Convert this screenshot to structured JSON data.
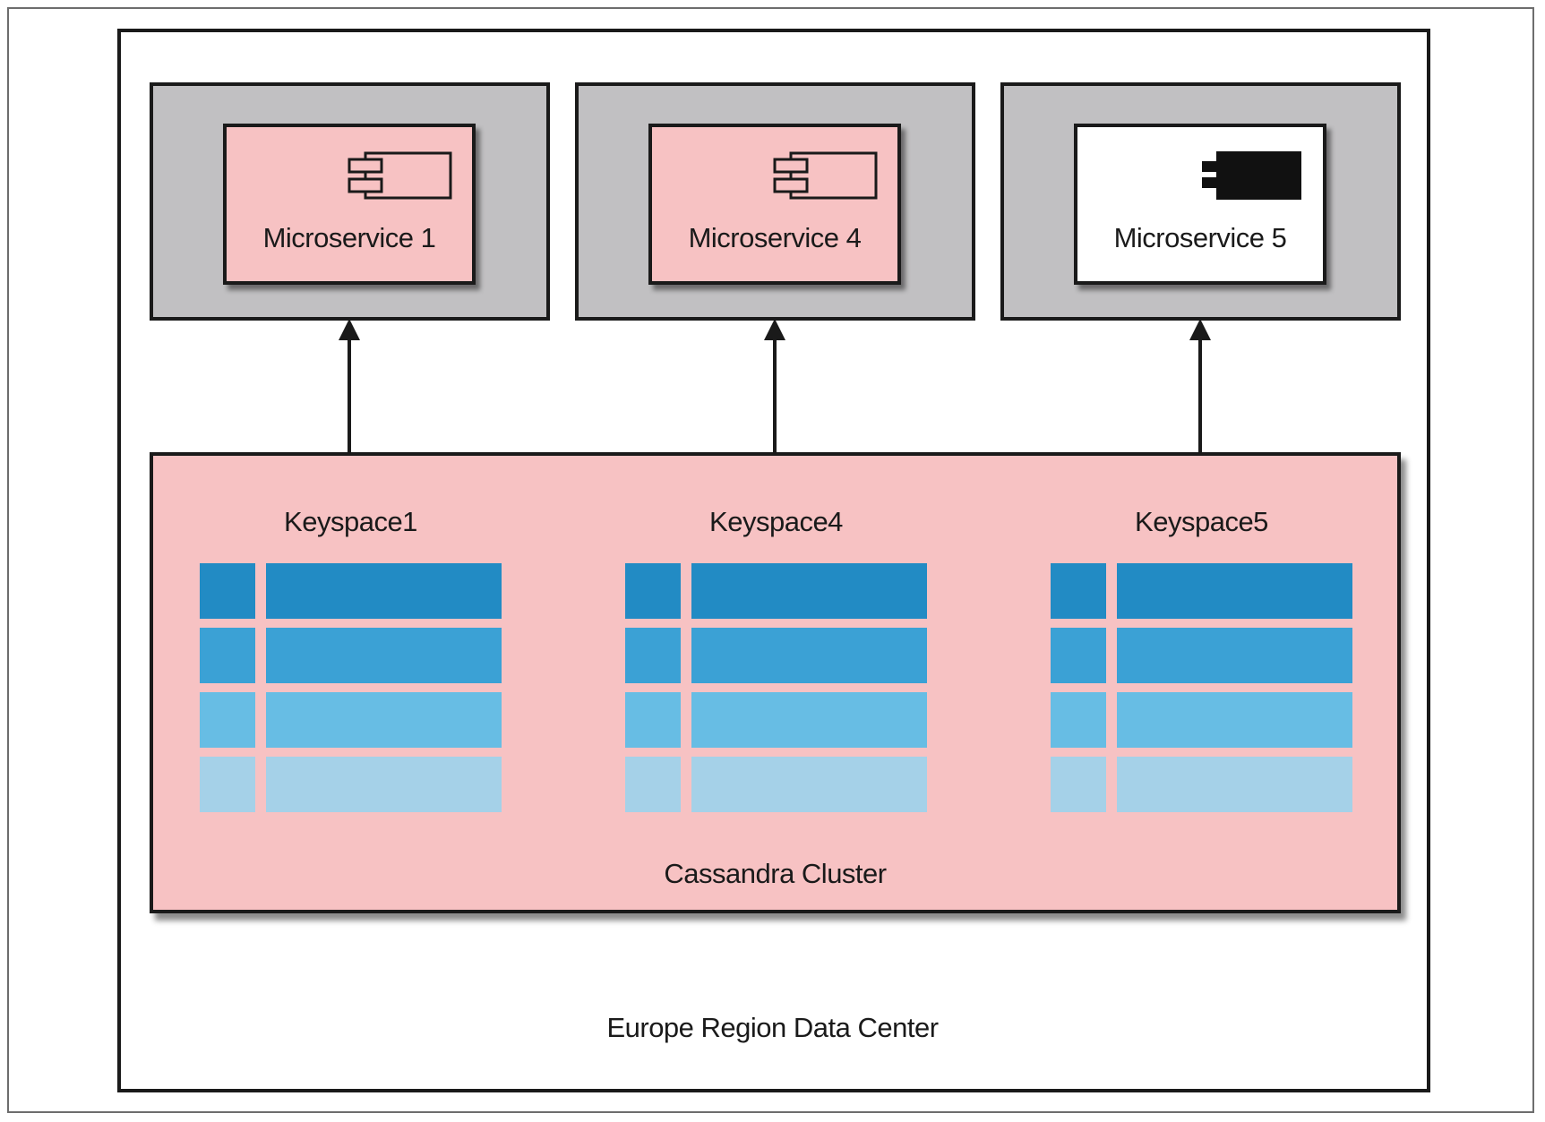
{
  "diagram": {
    "datacenter_label": "Europe Region Data Center",
    "cluster_label": "Cassandra Cluster",
    "microservices": [
      {
        "label": "Microservice 1",
        "style": "pink",
        "icon": "component-icon"
      },
      {
        "label": "Microservice 4",
        "style": "pink",
        "icon": "component-icon"
      },
      {
        "label": "Microservice 5",
        "style": "white",
        "icon": "component-filled-icon"
      }
    ],
    "keyspaces": [
      {
        "label": "Keyspace1"
      },
      {
        "label": "Keyspace4"
      },
      {
        "label": "Keyspace5"
      }
    ],
    "row_colors": [
      "#228bc4",
      "#3ba1d5",
      "#67bde4",
      "#a5d1e8"
    ],
    "colors": {
      "host_gray": "#c1c0c2",
      "pink": "#f7c2c3",
      "border": "#1a1a1a"
    }
  }
}
